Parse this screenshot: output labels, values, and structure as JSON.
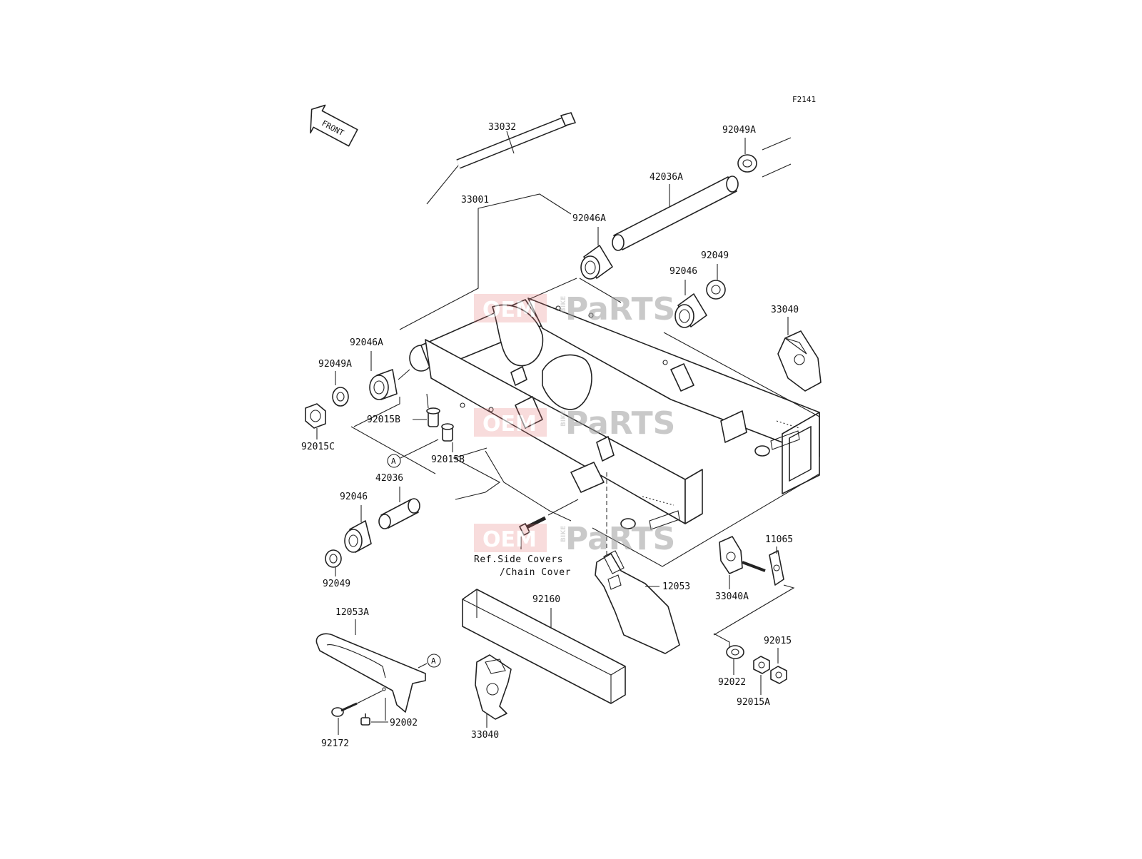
{
  "diagram": {
    "figure_code": "F2141",
    "front_arrow_label": "FRONT",
    "ref_note_line1": "Ref.Side Covers",
    "ref_note_line2": "/Chain Cover",
    "callout_letter": "A",
    "watermark": {
      "oem": "OEM",
      "bike": "BIKE",
      "parts": "PaRTS",
      "color": "#e57373"
    }
  },
  "parts": {
    "p33032": "33032",
    "p92049A_top": "92049A",
    "p42036A": "42036A",
    "p92046A_top": "92046A",
    "p33001": "33001",
    "p92049_top": "92049",
    "p92046_top": "92046",
    "p33040_top": "33040",
    "p92046A_left": "92046A",
    "p92049A_left": "92049A",
    "p92015B_a": "92015B",
    "p92015C": "92015C",
    "p92015B_b": "92015B",
    "p42036": "42036",
    "p92046_left": "92046",
    "p92049_left": "92049",
    "p11065": "11065",
    "p12053": "12053",
    "p33040A": "33040A",
    "p12053A": "12053A",
    "p92160": "92160",
    "p92015": "92015",
    "p92022": "92022",
    "p92015A": "92015A",
    "p92002": "92002",
    "p92172": "92172",
    "p33040_bottom": "33040"
  }
}
